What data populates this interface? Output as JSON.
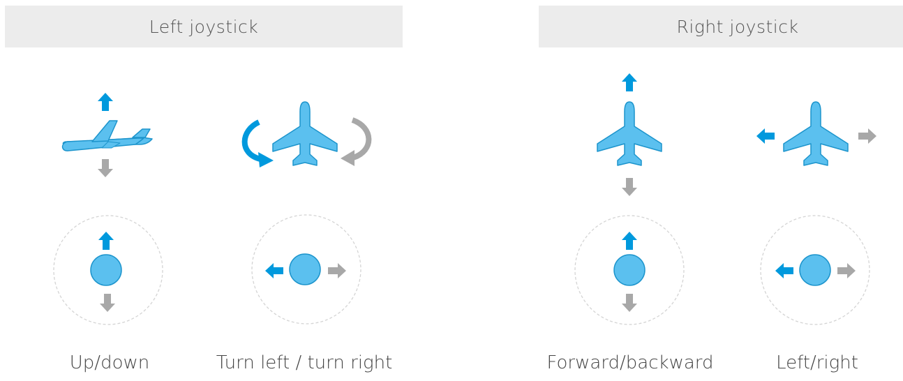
{
  "headers": {
    "left": "Left joystick",
    "right": "Right joystick"
  },
  "captions": {
    "up_down": "Up/down",
    "turn": "Turn left / turn right",
    "forward_backward": "Forward/backward",
    "left_right": "Left/right"
  },
  "colors": {
    "active": "#0099dd",
    "plane_fill": "#5bc0ef",
    "inactive": "#a8a8a8",
    "circle_stroke": "#d4d4d4",
    "header_bg": "#ececec"
  },
  "icons": [
    "airplane-side-icon",
    "airplane-top-icon",
    "arrow-icon",
    "rotate-arrow-icon",
    "joystick-stick-icon"
  ]
}
